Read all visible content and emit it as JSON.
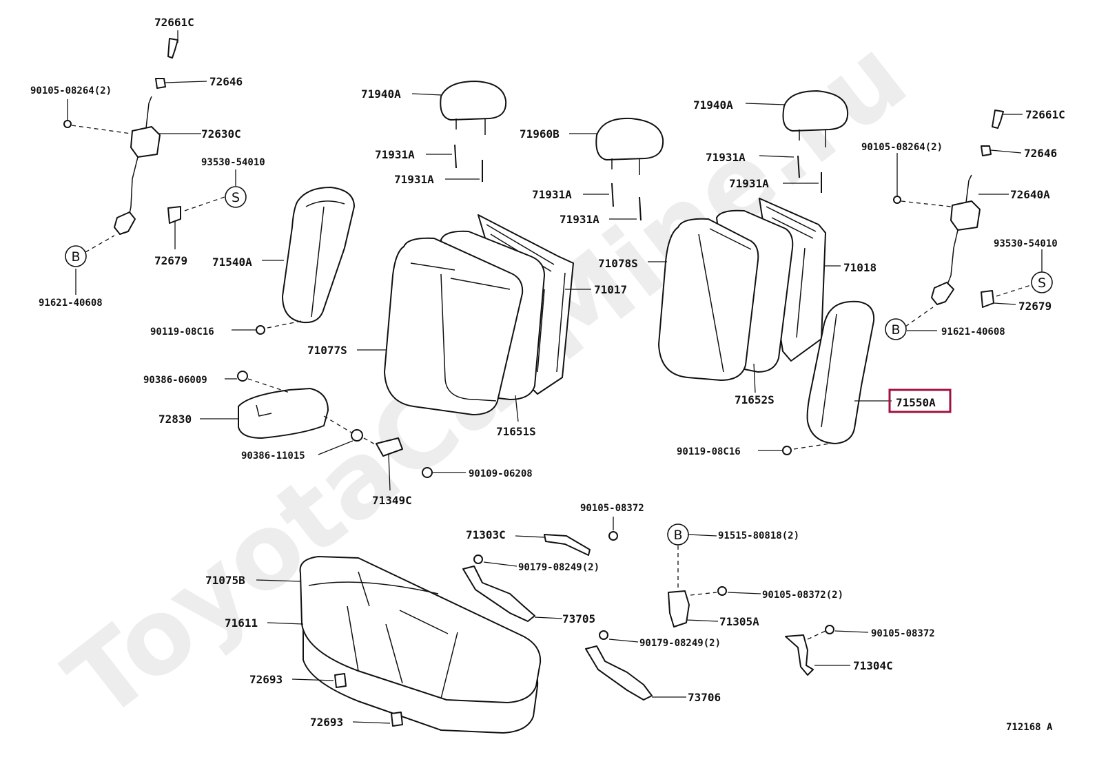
{
  "diagram": {
    "watermark": "ToyotaCarMine.ru",
    "drawing_number": "712168 A",
    "highlight_color": "#a0123c",
    "labels": {
      "p72661c_l": "72661C",
      "p72646_l": "72646",
      "p90105_08264_l": "90105-08264(2)",
      "p72630c": "72630C",
      "p93530_54010_l": "93530-54010",
      "p72679_l": "72679",
      "p91621_40608_l": "91621-40608",
      "p71540a": "71540A",
      "p90119_08c16_l": "90119-08C16",
      "p71940a_l": "71940A",
      "p71931a_1": "71931A",
      "p71931a_2": "71931A",
      "p71960b": "71960B",
      "p71931a_3": "71931A",
      "p71931a_4": "71931A",
      "p71017": "71017",
      "p71077s": "71077S",
      "p71651s": "71651S",
      "p90386_06009": "90386-06009",
      "p72830": "72830",
      "p90386_11015": "90386-11015",
      "p71349c": "71349C",
      "p90109_06208": "90109-06208",
      "p71940a_r": "71940A",
      "p71931a_5": "71931A",
      "p71931a_6": "71931A",
      "p71078s": "71078S",
      "p71018": "71018",
      "p71652s": "71652S",
      "p72661c_r": "72661C",
      "p90105_08264_r": "90105-08264(2)",
      "p72646_r": "72646",
      "p72640a": "72640A",
      "p93530_54010_r": "93530-54010",
      "p72679_r": "72679",
      "p91621_40608_r": "91621-40608",
      "p71550a": "71550A",
      "p90119_08c16_r": "90119-08C16",
      "p90105_08372_a": "90105-08372",
      "p71303c": "71303C",
      "p90179_08249_a": "90179-08249(2)",
      "p71075b": "71075B",
      "p71611": "71611",
      "p73705": "73705",
      "p72693_a": "72693",
      "p72693_b": "72693",
      "p90179_08249_b": "90179-08249(2)",
      "p73706": "73706",
      "p91515_80818": "91515-80818(2)",
      "p90105_08372_b": "90105-08372(2)",
      "p71305a": "71305A",
      "p90105_08372_c": "90105-08372",
      "p71304c": "71304C"
    },
    "ref_marks": {
      "s_left": "S",
      "b_left": "B",
      "s_right": "S",
      "b_right": "B",
      "b_bottom": "B"
    }
  }
}
